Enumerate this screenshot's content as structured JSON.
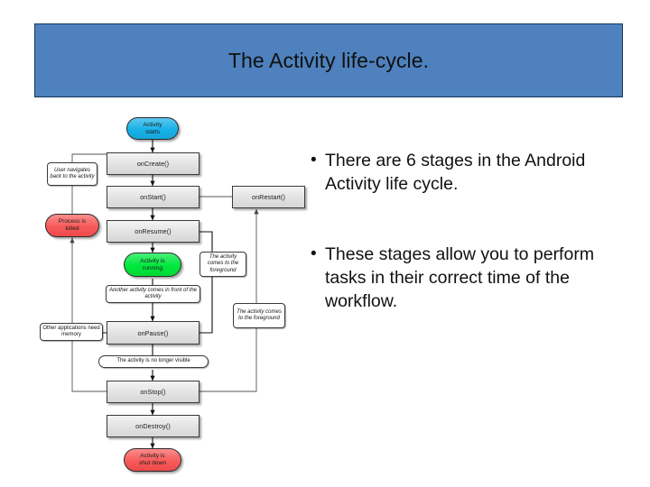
{
  "slide": {
    "title": "The Activity life-cycle.",
    "banner_color": "#4e81bd",
    "banner_border_color": "#17365d"
  },
  "bullets": [
    {
      "marker": "•",
      "text": "There are 6 stages in the Android Activity life cycle."
    },
    {
      "marker": "•",
      "text": "These stages allow you to perform tasks in their correct time of the workflow."
    }
  ],
  "diagram": {
    "name": "android-activity-lifecycle",
    "states": [
      {
        "id": "activity-starts",
        "label": "Activity\nstarts",
        "shape": "pill",
        "color": "#18b2e8"
      },
      {
        "id": "activity-running",
        "label": "Activity is\nrunning",
        "shape": "pill",
        "color": "#00e83c"
      },
      {
        "id": "process-killed",
        "label": "Process is\nkilled",
        "shape": "pill",
        "color": "#f65a5a"
      },
      {
        "id": "activity-shut-down",
        "label": "Activity is\nshut down",
        "shape": "pill",
        "color": "#f65a5a"
      }
    ],
    "callbacks": [
      {
        "id": "on-create",
        "label": "onCreate()"
      },
      {
        "id": "on-start",
        "label": "onStart()"
      },
      {
        "id": "on-restart",
        "label": "onRestart()"
      },
      {
        "id": "on-resume",
        "label": "onResume()"
      },
      {
        "id": "on-pause",
        "label": "onPause()"
      },
      {
        "id": "on-stop",
        "label": "onStop()"
      },
      {
        "id": "on-destroy",
        "label": "onDestroy()"
      }
    ],
    "notes": [
      {
        "id": "note-user-navigates",
        "text": "User navigates back to the activity"
      },
      {
        "id": "note-another-activity",
        "text": "Another activity comes in front of the activity"
      },
      {
        "id": "note-foreground-upper",
        "text": "The activity comes to the foreground"
      },
      {
        "id": "note-foreground-lower",
        "text": "The activity comes to the foreground"
      },
      {
        "id": "note-other-apps",
        "text": "Other applications need memory"
      },
      {
        "id": "note-not-visible",
        "text": "The activity is no longer visible"
      }
    ]
  }
}
